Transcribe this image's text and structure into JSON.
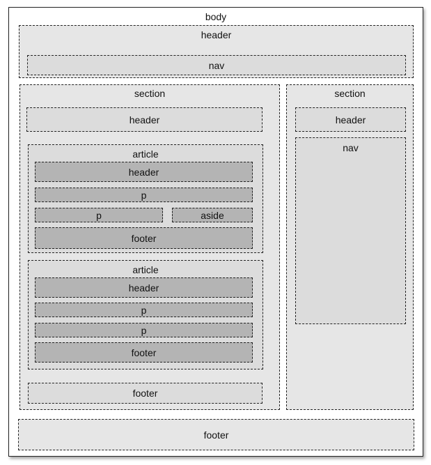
{
  "diagram": {
    "body_label": "body",
    "header": {
      "label": "header",
      "nav_label": "nav"
    },
    "main_section": {
      "label": "section",
      "header_label": "header",
      "article1": {
        "label": "article",
        "header_label": "header",
        "p1_label": "p",
        "p2_label": "p",
        "aside_label": "aside",
        "footer_label": "footer"
      },
      "article2": {
        "label": "article",
        "header_label": "header",
        "p1_label": "p",
        "p2_label": "p",
        "footer_label": "footer"
      },
      "footer_label": "footer"
    },
    "side_section": {
      "label": "section",
      "header_label": "header",
      "nav_label": "nav"
    },
    "footer_label": "footer"
  }
}
